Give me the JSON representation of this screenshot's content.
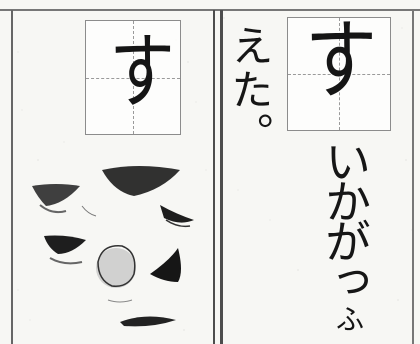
{
  "left_panel": {
    "practice_char": "す"
  },
  "right_panel": {
    "practice_char": "す",
    "answer_column": "えた。",
    "question_column": "いかがっ",
    "small_trailing_glyph": "ふ"
  },
  "colors": {
    "ink": "#161616",
    "guide_border": "#8c8c8c",
    "paper": "#f7f7f4",
    "divider": "#4d4d4d"
  }
}
